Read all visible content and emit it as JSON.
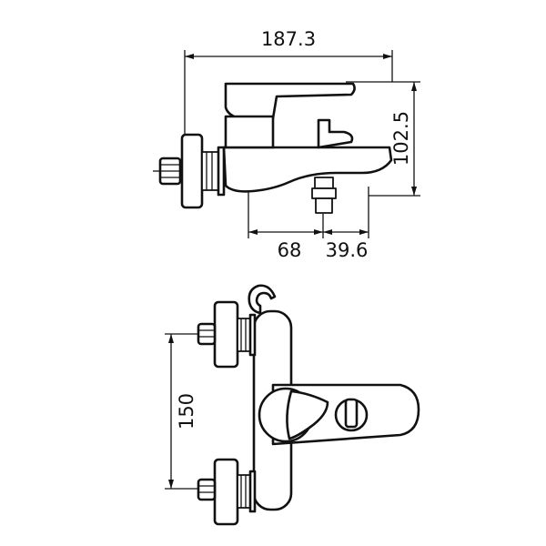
{
  "dimensions": {
    "total_length": "187.3",
    "height": "102.5",
    "spout_offset": "68",
    "outlet_offset": "39.6",
    "inlet_spacing": "150"
  },
  "colors": {
    "line": "#111111",
    "background": "#ffffff"
  }
}
